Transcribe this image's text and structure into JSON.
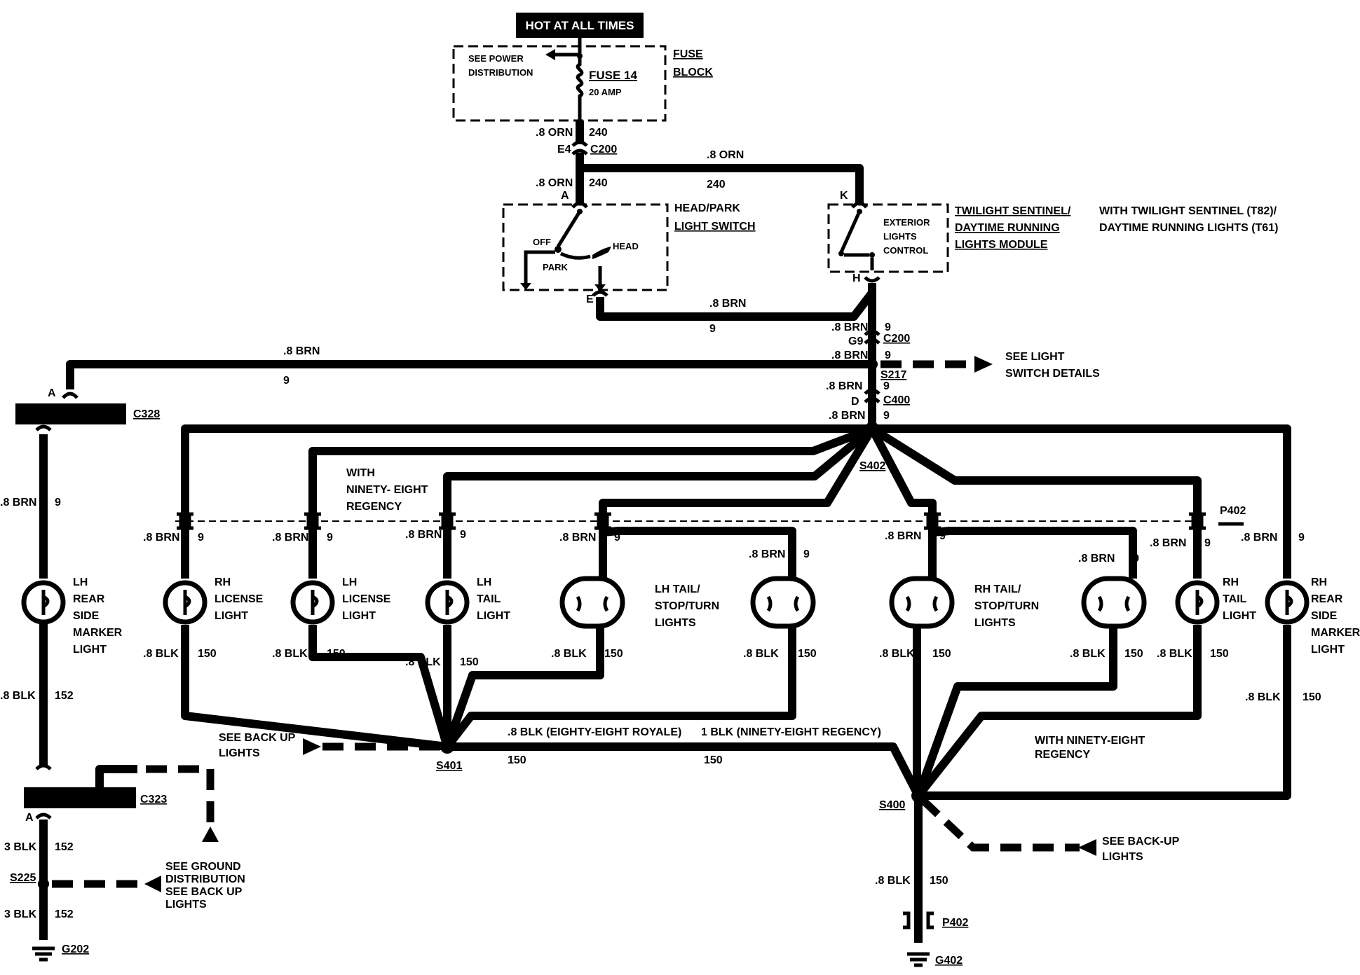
{
  "header": {
    "hot_at_all_times": "HOT AT ALL TIMES"
  },
  "fuse_block": {
    "title_1": "FUSE",
    "title_2": "BLOCK",
    "see_power_1": "SEE POWER",
    "see_power_2": "DISTRIBUTION",
    "fuse_name": "FUSE 14",
    "fuse_rating": "20 AMP"
  },
  "head_park_switch": {
    "title_1": "HEAD/PARK",
    "title_2": "LIGHT SWITCH",
    "off": "OFF",
    "park": "PARK",
    "head": "HEAD",
    "pin_a": "A",
    "pin_e": "E"
  },
  "twilight_module": {
    "title_1": "TWILIGHT SENTINEL/",
    "title_2": "DAYTIME RUNNING",
    "title_3": "LIGHTS MODULE",
    "inner_1": "EXTERIOR",
    "inner_2": "LIGHTS",
    "inner_3": "CONTROL",
    "pin_k": "K",
    "pin_h": "H",
    "note_1": "WITH TWILIGHT SENTINEL (T82)/",
    "note_2": "DAYTIME RUNNING LIGHTS (T61)"
  },
  "wire_labels": {
    "orn": ".8 ORN",
    "c240": "240",
    "brn": ".8 BRN",
    "c9": "9",
    "blk": ".8 BLK",
    "c150": "150",
    "c152": "152",
    "blk3": "3 BLK",
    "blk_eighty_eight": ".8 BLK (EIGHTY-EIGHT ROYALE)",
    "blk_ninety_eight": "1 BLK (NINETY-EIGHT REGENCY)"
  },
  "connectors": {
    "c200": "C200",
    "e4": "E4",
    "g9": "G9",
    "s217": "S217",
    "c400": "C400",
    "d": "D",
    "s402": "S402",
    "p402": "P402",
    "c328": "C328",
    "c323": "C323",
    "a": "A",
    "s225": "S225",
    "g202": "G202",
    "s401": "S401",
    "s400": "S400",
    "g402": "G402"
  },
  "notes": {
    "see_light_switch_1": "SEE LIGHT",
    "see_light_switch_2": "SWITCH DETAILS",
    "ninety_eight_1": "WITH",
    "ninety_eight_2": "NINETY- EIGHT",
    "ninety_eight_3": "REGENCY",
    "ninety_eight_rh_1": "WITH NINETY-EIGHT",
    "ninety_eight_rh_2": "REGENCY",
    "back_up_left_1": "SEE BACK UP",
    "back_up_left_2": "LIGHTS",
    "back_up_right_1": "SEE BACK-UP",
    "back_up_right_2": "LIGHTS",
    "ground_dist_1": "SEE GROUND",
    "ground_dist_2": "DISTRIBUTION",
    "ground_dist_3": "SEE BACK UP",
    "ground_dist_4": "LIGHTS"
  },
  "lamps": {
    "lh_rear_side_marker": [
      "LH",
      "REAR",
      "SIDE",
      "MARKER",
      "LIGHT"
    ],
    "rh_license": [
      "RH",
      "LICENSE",
      "LIGHT"
    ],
    "lh_license": [
      "LH",
      "LICENSE",
      "LIGHT"
    ],
    "lh_tail": [
      "LH",
      "TAIL",
      "LIGHT"
    ],
    "lh_tail_stop_turn": [
      "LH TAIL/",
      "STOP/TURN",
      "LIGHTS"
    ],
    "rh_tail_stop_turn": [
      "RH TAIL/",
      "STOP/TURN",
      "LIGHTS"
    ],
    "rh_tail": [
      "RH",
      "TAIL",
      "LIGHT"
    ],
    "rh_rear_side_marker": [
      "RH",
      "REAR",
      "SIDE",
      "MARKER",
      "LIGHT"
    ]
  }
}
